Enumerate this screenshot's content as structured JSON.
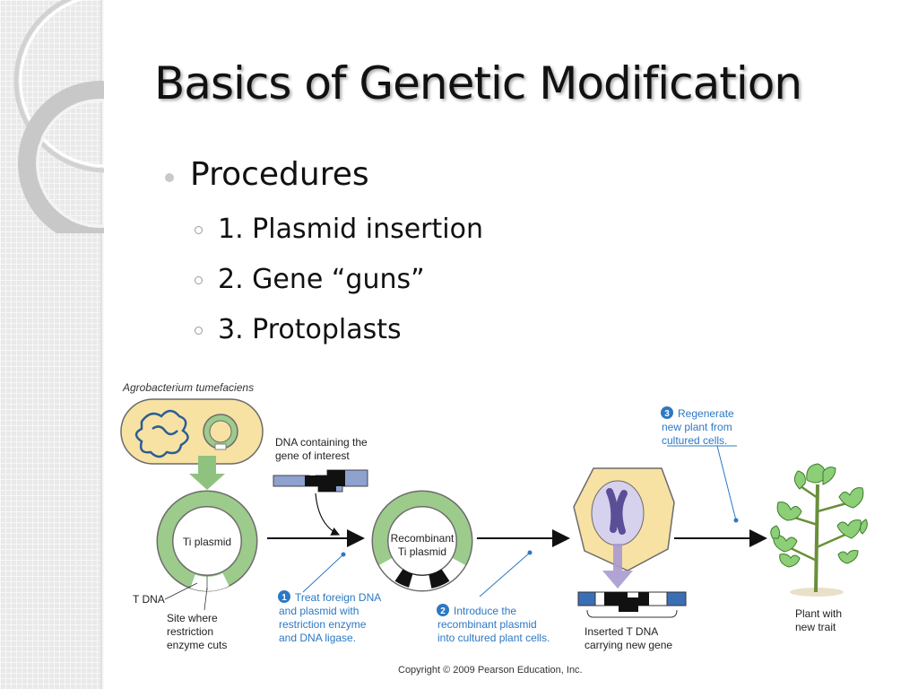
{
  "slide": {
    "title": "Basics of Genetic Modification",
    "bullet_main": "Procedures",
    "sub_bullets": [
      "1. Plasmid insertion",
      "2.  Gene “guns”",
      "3.  Protoplasts"
    ]
  },
  "figure": {
    "organism_label": "Agrobacterium tumefaciens",
    "ti_plasmid": "Ti plasmid",
    "t_dna": "T DNA",
    "site_label": [
      "Site where",
      "restriction",
      "enzyme cuts"
    ],
    "dna_label": [
      "DNA containing the",
      "gene of interest"
    ],
    "recombinant_label": [
      "Recombinant",
      "Ti plasmid"
    ],
    "step1": {
      "number": "1",
      "lines": [
        "Treat foreign DNA",
        "and plasmid with",
        "restriction enzyme",
        "and DNA ligase."
      ]
    },
    "step2": {
      "number": "2",
      "lines": [
        "Introduce the",
        "recombinant plasmid",
        "into cultured plant cells."
      ]
    },
    "step3": {
      "number": "3",
      "lines": [
        "Regenerate",
        "new plant from",
        "cultured cells."
      ]
    },
    "inserted_label": [
      "Inserted T DNA",
      "carrying new gene"
    ],
    "plant_label": [
      "Plant with",
      "new trait"
    ],
    "copyright": "Copyright © 2009 Pearson Education, Inc."
  },
  "colors": {
    "accent_blue": "#2c78c4",
    "plasmid_green": "#9ccb8c",
    "cell_yellow": "#f7e2a4",
    "arrow_purple": "#a89ad0",
    "leaf_green": "#8ccf76"
  },
  "icons": [
    "sidebar-ring-decoration",
    "plant-icon",
    "chromosome-icon",
    "bacterium-cell-icon"
  ]
}
